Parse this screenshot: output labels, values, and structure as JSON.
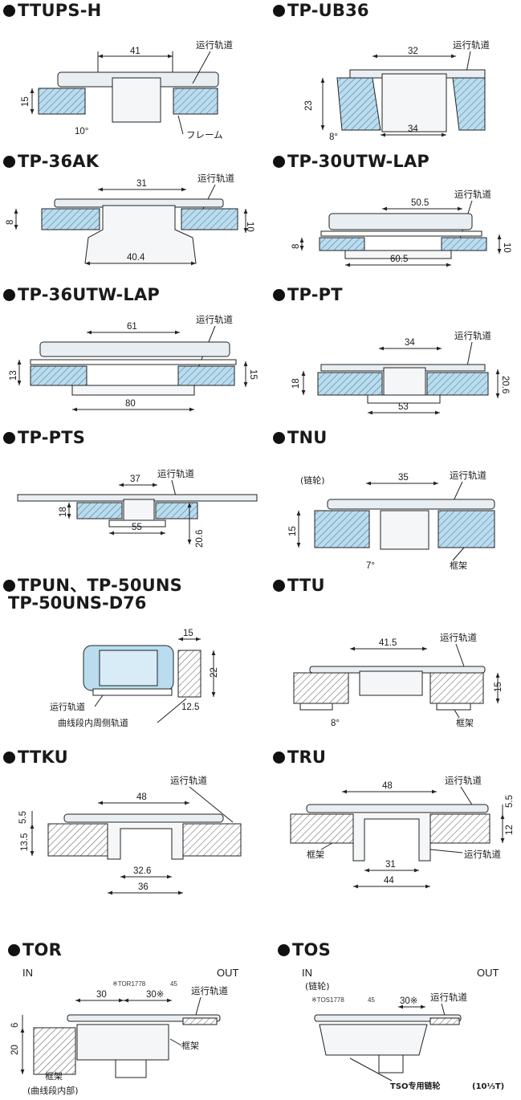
{
  "colors": {
    "rail_fill": "#b9dcef",
    "hatch": "#4a6f86",
    "frame_fill": "#ffffff",
    "chain_fill": "#e9eef2",
    "line": "#222222"
  },
  "panels": {
    "ttups_h": {
      "title": "TTUPS-H",
      "track": "运行轨道",
      "frame": "フレーム",
      "width": "41",
      "height": "15",
      "angle": "10°"
    },
    "tp_ub36": {
      "title": "TP-UB36",
      "track": "运行轨道",
      "top": "32",
      "bottom": "34",
      "height": "23",
      "angle": "8°"
    },
    "tp_36ak": {
      "title": "TP-36AK",
      "track": "运行轨道",
      "top": "31",
      "bottom": "40.4",
      "left": "8",
      "right": "10"
    },
    "tp_30utw_lap": {
      "title": "TP-30UTW-LAP",
      "track": "运行轨道",
      "top": "50.5",
      "bottom": "60.5",
      "left": "8",
      "right": "10"
    },
    "tp_36utw_lap": {
      "title": "TP-36UTW-LAP",
      "track": "运行轨道",
      "top": "61",
      "bottom": "80",
      "left": "13",
      "right": "15"
    },
    "tp_pt": {
      "title": "TP-PT",
      "track": "运行轨道",
      "top": "34",
      "bottom": "53",
      "left": "18",
      "right": "20.6"
    },
    "tp_pts": {
      "title": "TP-PTS",
      "track": "运行轨道",
      "top": "37",
      "bottom": "55",
      "left": "18",
      "right": "20.6"
    },
    "tnu": {
      "title": "TNU",
      "sprocket": "(链轮)",
      "track": "运行轨道",
      "frame": "框架",
      "top": "35",
      "height": "15",
      "angle": "7°"
    },
    "tpun": {
      "title": "TPUN、TP-50UNS",
      "title2": "TP-50UNS-D76",
      "track": "运行轨道",
      "inner_track": "曲线段内周侧轨道",
      "top": "15",
      "height": "22",
      "bottom": "12.5"
    },
    "ttu": {
      "title": "TTU",
      "track": "运行轨道",
      "frame": "框架",
      "top": "41.5",
      "height": "15",
      "angle": "8°"
    },
    "ttku": {
      "title": "TTKU",
      "track": "运行轨道",
      "top": "48",
      "h1": "5.5",
      "h2": "13.5",
      "inner": "32.6",
      "outer": "36"
    },
    "tru": {
      "title": "TRU",
      "track": "运行轨道",
      "track2": "运行轨道",
      "frame": "框架",
      "top": "48",
      "h1": "5.5",
      "h2": "12",
      "inner": "31",
      "outer": "44"
    },
    "tor": {
      "title": "TOR",
      "in": "IN",
      "out": "OUT",
      "note": "※TOR1778",
      "angle": "45",
      "d1": "30",
      "d2": "30※",
      "track": "运行轨道",
      "frame": "框架",
      "frame2": "框架",
      "frame2_note": "(曲线段内部)",
      "h1": "6",
      "h2": "20"
    },
    "tos": {
      "title": "TOS",
      "in": "IN",
      "out": "OUT",
      "sprocket": "(链轮)",
      "note": "※TOS1778",
      "angle": "45",
      "d1": "30※",
      "track": "运行轨道",
      "sprocket_label": "TSO专用链轮",
      "ratio": "(10⅓T)"
    }
  }
}
